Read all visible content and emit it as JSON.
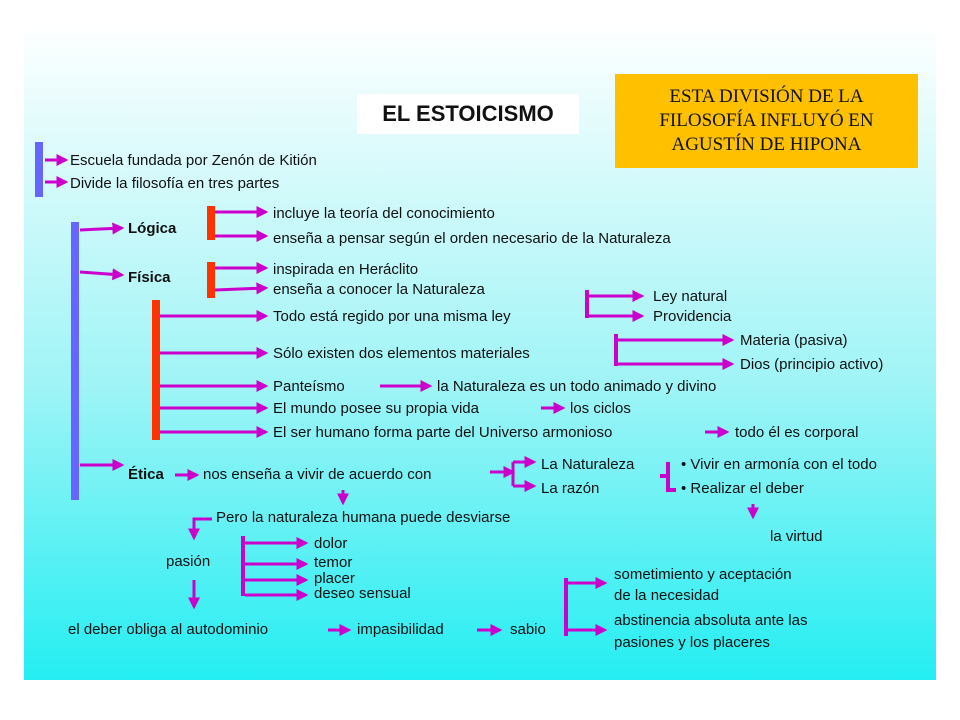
{
  "title": "EL ESTOICISMO",
  "note": {
    "lines": [
      "ESTA DIVISIÓN DE LA",
      "FILOSOFÍA INFLUYÓ EN",
      "AGUSTÍN DE HIPONA"
    ]
  },
  "intro": {
    "school": "Escuela fundada por Zenón de Kitión",
    "divides": "Divide la filosofía en tres partes"
  },
  "logica": {
    "label": "Lógica",
    "items": [
      "incluye la teoría del conocimiento",
      "enseña a pensar según el orden necesario de la Naturaleza"
    ]
  },
  "fisica": {
    "label": "Física",
    "items": [
      "inspirada en Heráclito",
      "enseña a conocer la Naturaleza"
    ],
    "ley": "Todo está regido por una misma ley",
    "ley_natural": "Ley natural",
    "providencia": "Providencia",
    "elementos": "Sólo existen dos elementos materiales",
    "materia": "Materia (pasiva)",
    "dios": "Dios (principio activo)",
    "panteismo": "Panteísmo",
    "panteismo_result": "la Naturaleza es un todo animado y divino",
    "mundo": "El mundo posee su propia vida",
    "ciclos": "los ciclos",
    "humano": "El ser humano forma parte del Universo armonioso",
    "corporal": "todo él es corporal"
  },
  "etica": {
    "label": "Ética",
    "text": "nos enseña a vivir de acuerdo con",
    "naturaleza": "La Naturaleza",
    "razon": "La razón",
    "armonia": "• Vivir en armonía con el todo",
    "deber": "• Realizar el deber",
    "virtud": "la virtud",
    "desviarse": "Pero la naturaleza humana puede desviarse",
    "pasion": "pasión",
    "dolor": "dolor",
    "temor": "temor",
    "placer": "placer",
    "deseo": "deseo sensual",
    "autodominio": "el deber obliga al autodominio",
    "impasibilidad": "impasibilidad",
    "sabio": "sabio",
    "sometimiento_1": "sometimiento y aceptación",
    "sometimiento_2": "de la necesidad",
    "abstinencia_1": "abstinencia absoluta ante las",
    "abstinencia_2": "pasiones y los placeres"
  },
  "colors": {
    "arrow": "#cc00cc",
    "bar_blue": "#6666ff",
    "bar_red": "#ff3300",
    "note_bg": "#ffc000"
  }
}
